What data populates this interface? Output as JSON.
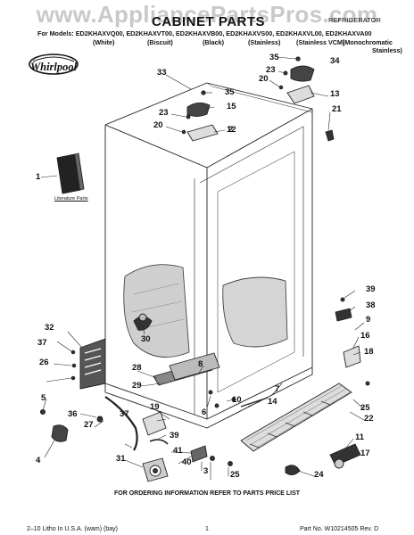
{
  "watermark": "www.AppliancePartsPros.com",
  "page": {
    "title": "CABINET PARTS",
    "category": "REFRIGERATOR"
  },
  "models": {
    "label": "For Models: ED2KHAXVQ00, ED2KHAXVT00, ED2KHAXVB00, ED2KHAXVS00, ED2KHAXVL00, ED2KHAXVA00",
    "variants": [
      "(White)",
      "(Biscuit)",
      "(Black)",
      "(Stainless)",
      "(Stainless VCM)",
      "(Monochromatic",
      "Stainless)"
    ]
  },
  "brand": "Whirlpool",
  "literature_label": "Literature Parts",
  "callouts": [
    "1",
    "2",
    "3",
    "4",
    "5",
    "6",
    "7",
    "8",
    "9",
    "10",
    "11",
    "12",
    "13",
    "14",
    "15",
    "16",
    "17",
    "18",
    "19",
    "20",
    "20",
    "21",
    "22",
    "23",
    "23",
    "24",
    "25",
    "25",
    "26",
    "27",
    "28",
    "29",
    "30",
    "31",
    "32",
    "33",
    "34",
    "35",
    "35",
    "36",
    "37",
    "37",
    "38",
    "39",
    "39",
    "40",
    "41"
  ],
  "note": "FOR ORDERING INFORMATION REFER TO PARTS PRICE LIST",
  "footer": {
    "left": "2–10 Litho In U.S.A. (wam) (bay)",
    "center": "1",
    "right": "Part No. W10214505 Rev. D"
  }
}
